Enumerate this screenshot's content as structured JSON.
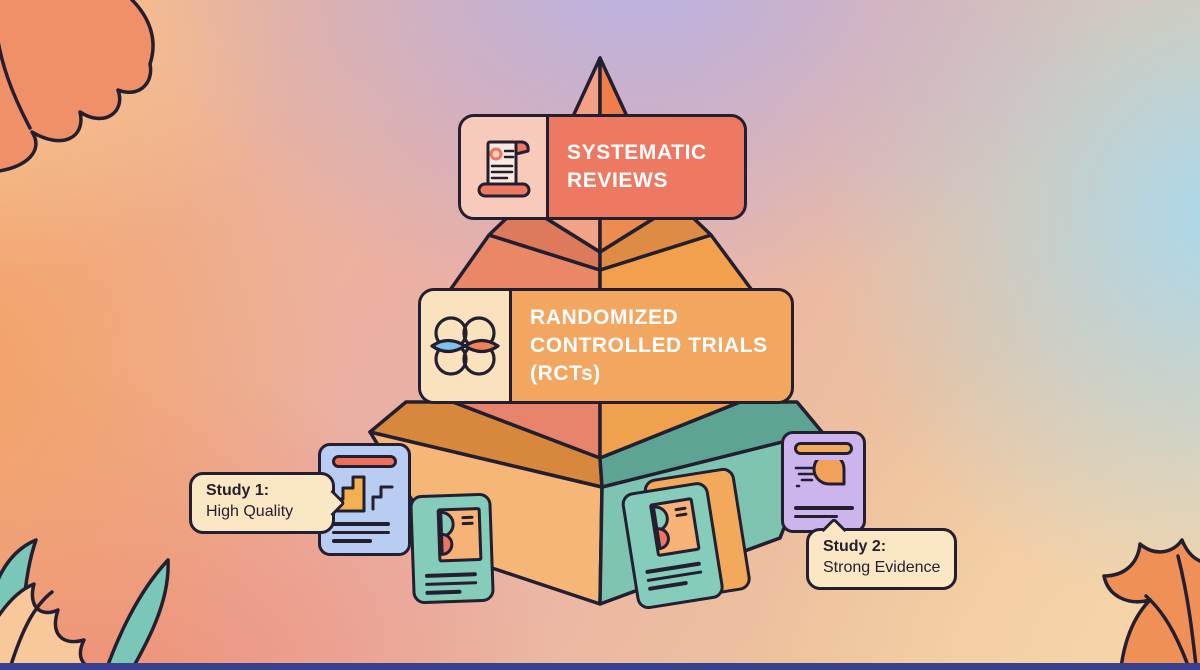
{
  "illustration": {
    "type": "evidence-pyramid",
    "tiers": {
      "systematic_reviews": {
        "line1": "SYSTEMATIC",
        "line2": "REVIEWS",
        "icon": "scroll-icon",
        "panel_color": "#F7CABC",
        "body_color": "#ED7962"
      },
      "rct": {
        "line1": "RANDOMIZED",
        "line2": "CONTROLLED TRIALS",
        "line3": "(RCTs)",
        "icon": "venn-circles-icon",
        "panel_color": "#F9E2BD",
        "body_color": "#F3A660"
      }
    },
    "callouts": {
      "study1": {
        "title": "Study 1:",
        "subtitle": "High Quality"
      },
      "study2": {
        "title": "Study 2:",
        "subtitle": "Strong Evidence"
      }
    },
    "study_documents": [
      {
        "icon": "stairs-chart-doc-icon",
        "color": "#B9CDF3"
      },
      {
        "icon": "document-b-icon",
        "color": "#85CCBB"
      },
      {
        "icon": "document-b-stack-icon",
        "color": "#85CCBB"
      },
      {
        "icon": "pie-chart-doc-icon",
        "color": "#CCB5EC"
      }
    ],
    "palette": {
      "outline": "#231F30",
      "salmon": "#ED7962",
      "orange": "#F3A660",
      "light_orange_face": "#F5B678",
      "teal_face": "#7FC4B1",
      "dark_teal_band": "#5EA493",
      "dark_orange_band": "#D8883C",
      "lavender_bg": "#B6B1E4",
      "blue_bg": "#A5D9F0",
      "cream": "#FBE7C4",
      "blue_lens": "#7FC3EA",
      "bottom_strip": "#39408E"
    }
  }
}
